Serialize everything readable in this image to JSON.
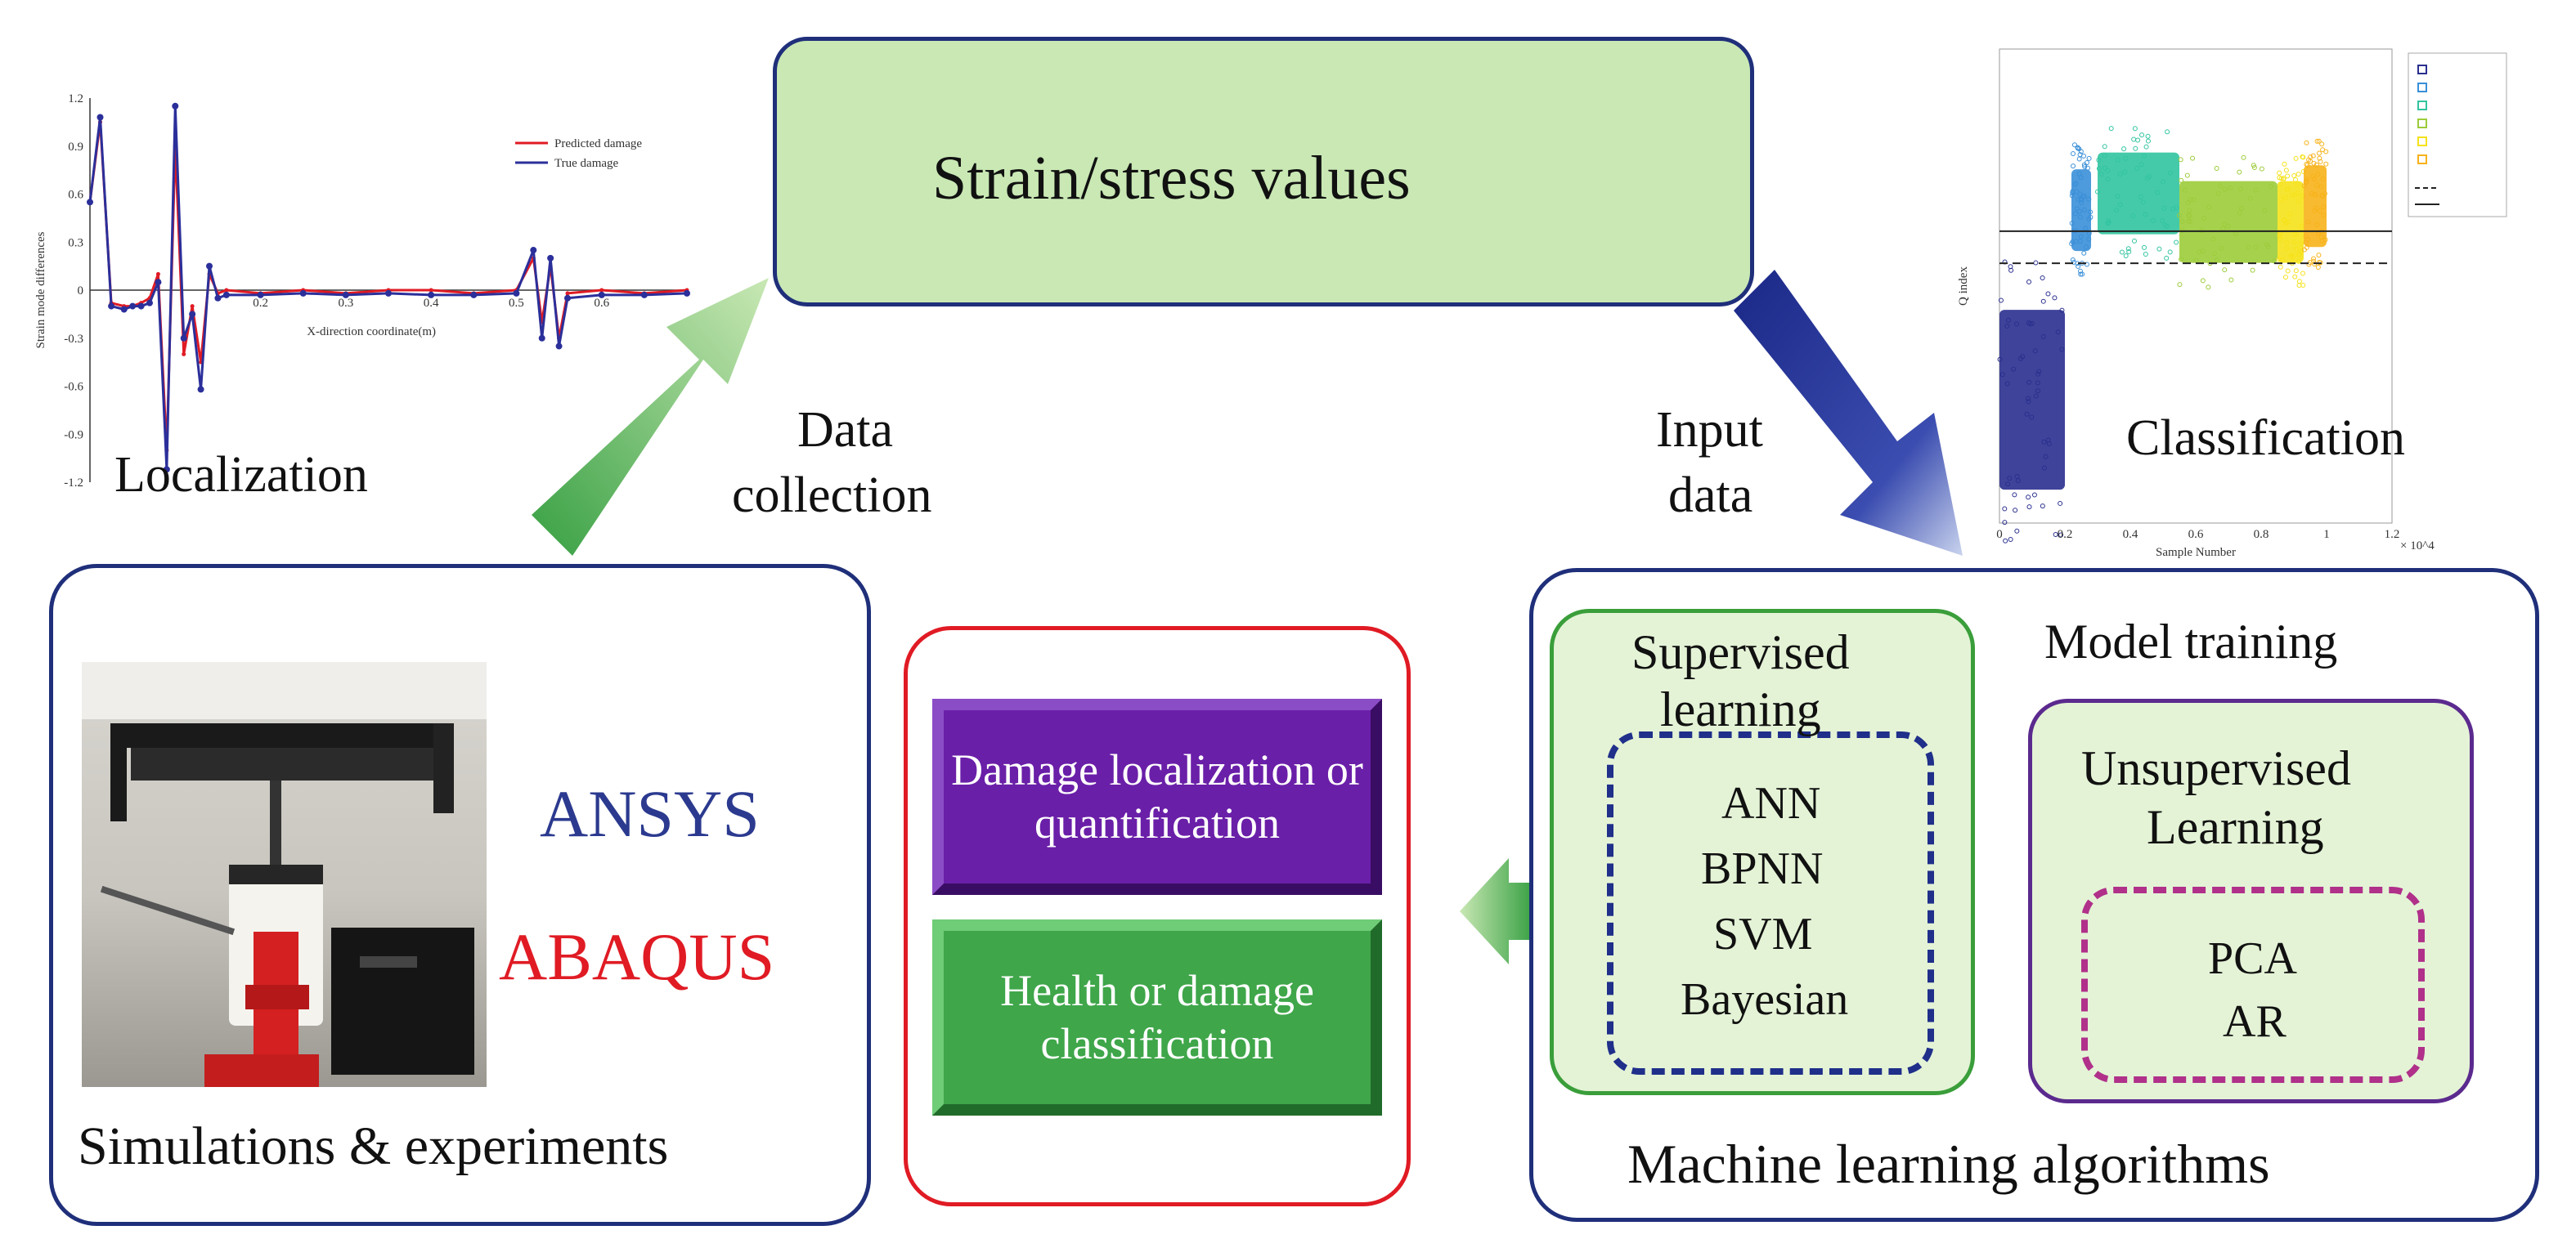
{
  "center": {
    "title": "Strain/stress values"
  },
  "labels": {
    "localization": "Localization",
    "data_collection_1": "Data",
    "data_collection_2": "collection",
    "input_data_1": "Input",
    "input_data_2": "data",
    "classification": "Classification"
  },
  "simulation": {
    "software_1": "ANSYS",
    "software_2": "ABAQUS",
    "caption": "Simulations & experiments"
  },
  "outputs": {
    "damage_loc": "Damage localization or quantification",
    "health": "Health or damage classification"
  },
  "ml": {
    "caption": "Machine learning algorithms",
    "model_training": "Model training",
    "supervised_title_1": "Supervised",
    "supervised_title_2": "learning",
    "supervised_methods": [
      "ANN",
      "BPNN",
      "SVM",
      "Bayesian"
    ],
    "unsupervised_title_1": "Unsupervised",
    "unsupervised_title_2": "Learning",
    "unsupervised_methods": [
      "PCA",
      "AR"
    ]
  },
  "colors": {
    "box_border": "#1f2f7a",
    "strain_fill": "#c9e8b4",
    "ansys": "#2b3a8f",
    "abaqus": "#e01b24",
    "purple_button": "#6a1fa8",
    "green_button": "#3fa64a",
    "green_arrow": "#3fa64a",
    "blue_arrow": "#1f2f8a"
  },
  "chart_data": [
    {
      "type": "line",
      "xlabel": "X-direction coordinate(m)",
      "ylabel": "Strain mode differences",
      "xlim": [
        0,
        0.7
      ],
      "ylim": [
        -1.2,
        1.2
      ],
      "xticks": [
        0.2,
        0.3,
        0.4,
        0.5,
        0.6
      ],
      "yticks": [
        -1.2,
        -0.9,
        -0.6,
        -0.3,
        0,
        0.3,
        0.6,
        0.9,
        1.2
      ],
      "series": [
        {
          "name": "Predicted damage",
          "color": "#e01b24",
          "x": [
            0,
            0.012,
            0.025,
            0.04,
            0.05,
            0.06,
            0.07,
            0.08,
            0.09,
            0.1,
            0.11,
            0.12,
            0.13,
            0.14,
            0.15,
            0.16,
            0.2,
            0.25,
            0.3,
            0.35,
            0.4,
            0.45,
            0.5,
            0.52,
            0.53,
            0.54,
            0.55,
            0.56,
            0.6,
            0.65,
            0.7
          ],
          "y": [
            0.55,
            1.05,
            -0.08,
            -0.1,
            -0.1,
            -0.08,
            -0.05,
            0.1,
            -1.0,
            0.9,
            -0.4,
            -0.1,
            -0.45,
            0.1,
            -0.02,
            0,
            -0.02,
            0,
            -0.02,
            0,
            0,
            -0.02,
            0,
            0.2,
            -0.2,
            0.15,
            -0.3,
            -0.02,
            0,
            -0.02,
            0
          ]
        },
        {
          "name": "True damage",
          "color": "#2b2f9a",
          "x": [
            0,
            0.012,
            0.025,
            0.04,
            0.05,
            0.06,
            0.07,
            0.08,
            0.09,
            0.1,
            0.11,
            0.12,
            0.13,
            0.14,
            0.15,
            0.16,
            0.2,
            0.25,
            0.3,
            0.35,
            0.4,
            0.45,
            0.5,
            0.52,
            0.53,
            0.54,
            0.55,
            0.56,
            0.6,
            0.65,
            0.7
          ],
          "y": [
            0.55,
            1.08,
            -0.1,
            -0.12,
            -0.1,
            -0.1,
            -0.08,
            0.05,
            -1.12,
            1.15,
            -0.3,
            -0.15,
            -0.62,
            0.15,
            -0.05,
            -0.03,
            -0.03,
            -0.02,
            -0.03,
            -0.02,
            -0.03,
            -0.03,
            -0.02,
            0.25,
            -0.3,
            0.2,
            -0.35,
            -0.05,
            -0.03,
            -0.03,
            -0.02
          ]
        }
      ]
    },
    {
      "type": "scatter",
      "xlabel": "Sample Number",
      "ylabel": "Q index",
      "xlim": [
        0,
        1.2
      ],
      "x_scale_note": "× 10^4",
      "y_scale": "log",
      "xticks": [
        0,
        0.2,
        0.4,
        0.6,
        0.8,
        1,
        1.2
      ],
      "clusters": [
        {
          "x_range": [
            0,
            0.2
          ],
          "y_center": 0.02,
          "color": "#2a2f8e"
        },
        {
          "x_range": [
            0.22,
            0.28
          ],
          "y_center": 2,
          "color": "#3a8fd8"
        },
        {
          "x_range": [
            0.3,
            0.55
          ],
          "y_center": 3,
          "color": "#31c4a0"
        },
        {
          "x_range": [
            0.55,
            0.85
          ],
          "y_center": 1.5,
          "color": "#9ccc3a"
        },
        {
          "x_range": [
            0.85,
            0.93
          ],
          "y_center": 1.5,
          "color": "#f5e21a"
        },
        {
          "x_range": [
            0.93,
            1.0
          ],
          "y_center": 2.2,
          "color": "#f7b21a"
        }
      ],
      "thresholds": [
        {
          "style": "solid",
          "value": 1.2
        },
        {
          "style": "dashed",
          "value": 0.55
        }
      ]
    }
  ]
}
